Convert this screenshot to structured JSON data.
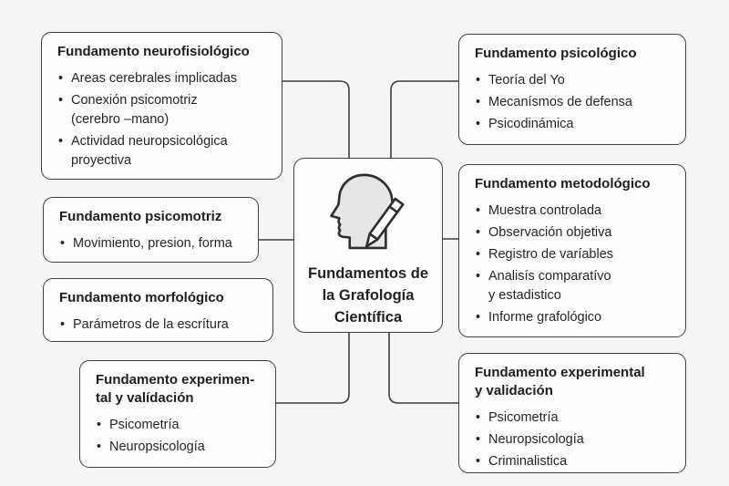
{
  "colors": {
    "background": "#f5f5f5",
    "box_fill": "#fdfdfd",
    "border": "#3f3f3f",
    "text": "#262626",
    "connector": "#3f3f3f",
    "icon_head_fill": "#e6e6e6",
    "icon_pencil_fill": "#ffffff"
  },
  "center": {
    "icon": "head-profile-with-pencil-icon",
    "title_lines": [
      "Fundamentos de",
      "la Grafología",
      "Científica"
    ]
  },
  "boxes": [
    {
      "key": "fundamento-neurofisiologico",
      "title_lines": [
        "Fundamento neurofisiológico"
      ],
      "items": [
        [
          "Areas cerebrales implicadas"
        ],
        [
          "Conexión psicomotriz",
          "(cerebro –mano)"
        ],
        [
          "Actividad neuropsicológica",
          "proyectiva"
        ]
      ]
    },
    {
      "key": "fundamento-psicologico",
      "title_lines": [
        "Fundamento psicológico"
      ],
      "items": [
        [
          "Teoría del Yo"
        ],
        [
          "Mecanísmos de defensa"
        ],
        [
          "Psicodinámica"
        ]
      ]
    },
    {
      "key": "fundamento-psicomotriz",
      "title_lines": [
        "Fundamento psicomotriz"
      ],
      "items": [
        [
          "Movimiento, presion, forma"
        ]
      ]
    },
    {
      "key": "fundamento-metodologico",
      "title_lines": [
        "Fundamento metodológico"
      ],
      "items": [
        [
          "Muestra controlada"
        ],
        [
          "Observación objetiva"
        ],
        [
          "Registro de varíables"
        ],
        [
          "Analisís comparatívo",
          "y estadistico"
        ],
        [
          "Informe grafológico"
        ]
      ]
    },
    {
      "key": "fundamento-morfologico",
      "title_lines": [
        "Fundamento morfológico"
      ],
      "items": [
        [
          "Parámetros de la escrítura"
        ]
      ]
    },
    {
      "key": "fundamento-experimental-validacion-izquierda",
      "title_lines": [
        "Fundamento experimen-",
        "tal y valídación"
      ],
      "items": [
        [
          "Psicometría"
        ],
        [
          "Neuropsicología"
        ]
      ]
    },
    {
      "key": "fundamento-experimental-validacion-derecha",
      "title_lines": [
        "Fundamento experimental",
        "y validación"
      ],
      "items": [
        [
          "Psicometría"
        ],
        [
          "Neuropsicología"
        ],
        [
          "Criminalistica"
        ]
      ]
    }
  ]
}
